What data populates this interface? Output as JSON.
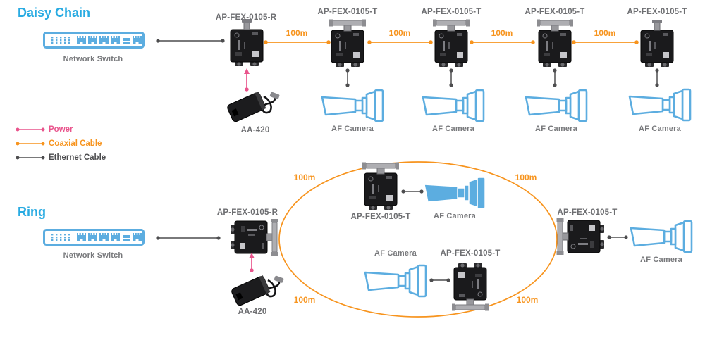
{
  "colors": {
    "title_blue": "#29ABE2",
    "icon_blue": "#5CADE0",
    "coaxial_orange": "#F7941E",
    "power_pink": "#E9548C",
    "ethernet_gray": "#4D4D4F",
    "label_gray": "#6D6E71",
    "device_black": "#1a1a1c"
  },
  "legend": [
    {
      "label": "Power",
      "color": "#E9548C"
    },
    {
      "label": "Coaxial Cable",
      "color": "#F7941E"
    },
    {
      "label": "Ethernet Cable",
      "color": "#4D4D4F"
    }
  ],
  "daisy_chain": {
    "title": "Daisy Chain",
    "network_switch": "Network Switch",
    "receiver": "AP-FEX-0105-R",
    "transmitters": [
      "AP-FEX-0105-T",
      "AP-FEX-0105-T",
      "AP-FEX-0105-T",
      "AP-FEX-0105-T"
    ],
    "distances": [
      "100m",
      "100m",
      "100m",
      "100m"
    ],
    "power_adapter": "AA-420",
    "cameras": [
      "AF Camera",
      "AF Camera",
      "AF Camera",
      "AF Camera"
    ]
  },
  "ring": {
    "title": "Ring",
    "network_switch": "Network Switch",
    "receiver": "AP-FEX-0105-R",
    "power_adapter": "AA-420",
    "transmitters": [
      "AP-FEX-0105-T",
      "AP-FEX-0105-T",
      "AP-FEX-0105-T"
    ],
    "cameras": [
      "AF Camera",
      "AF Camera",
      "AF Camera"
    ],
    "distances": [
      "100m",
      "100m",
      "100m",
      "100m"
    ]
  }
}
